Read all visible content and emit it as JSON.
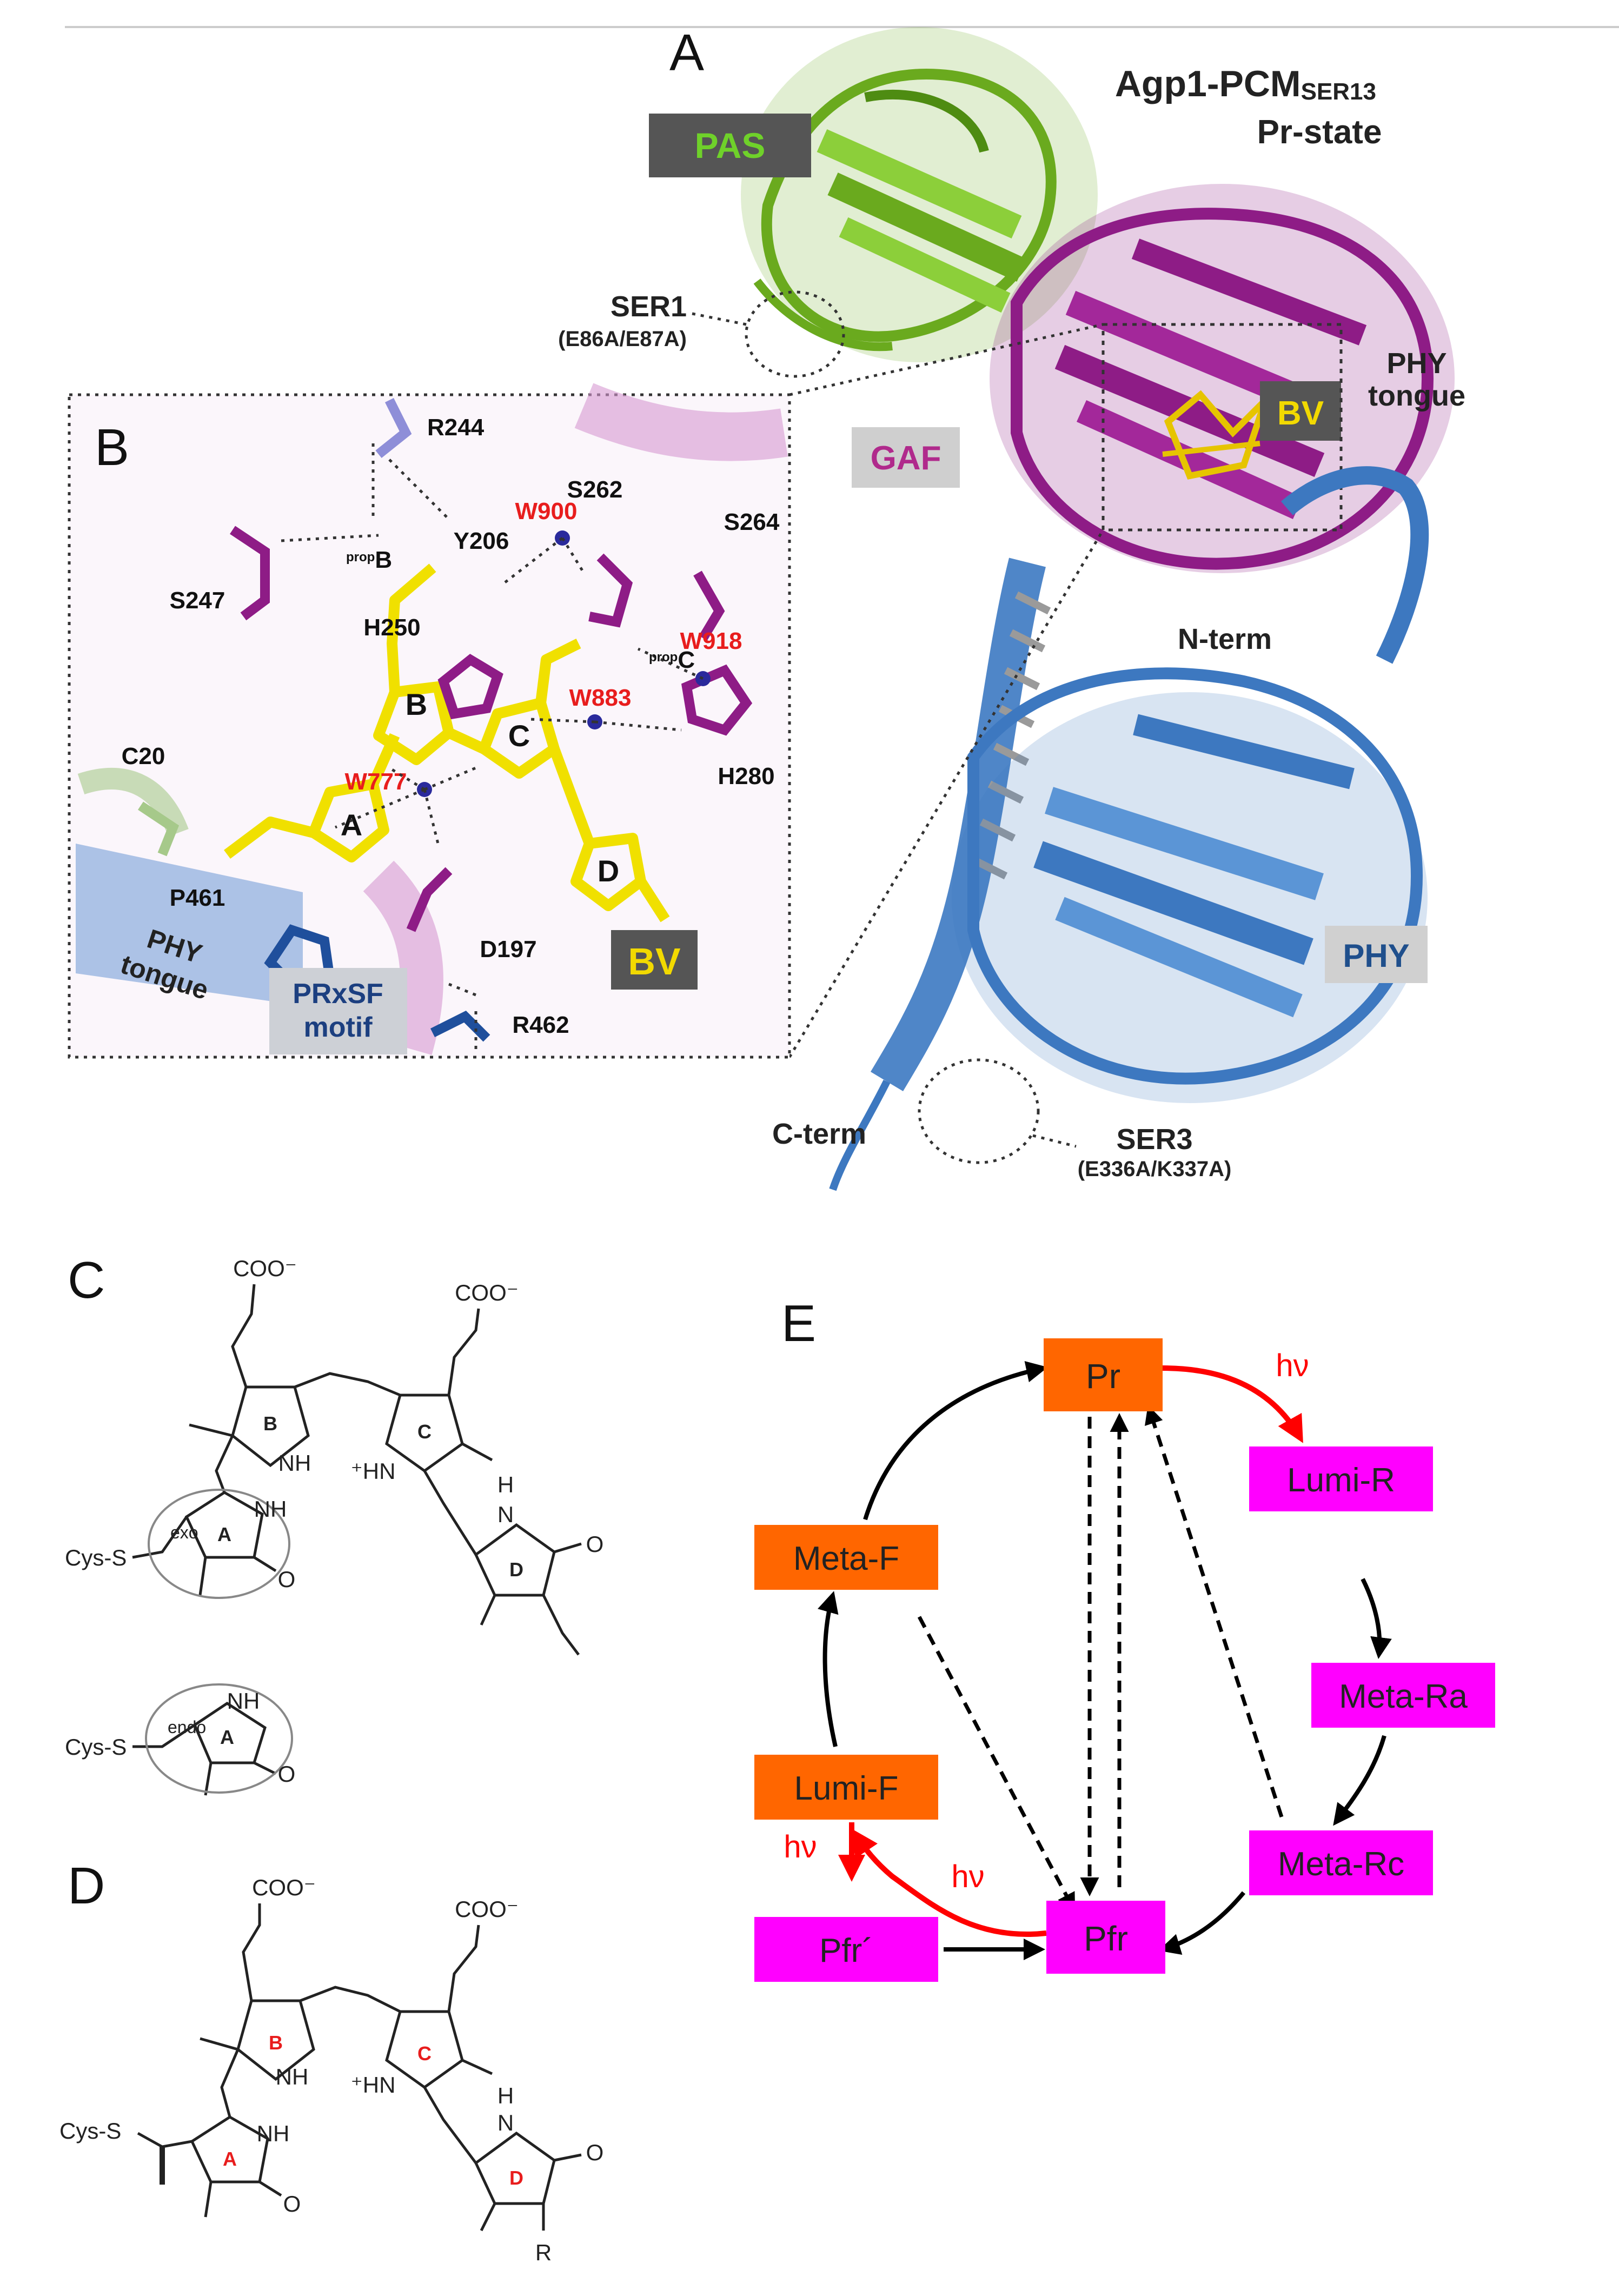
{
  "panel_letters": {
    "a": "A",
    "b": "B",
    "c": "C",
    "d": "D",
    "e": "E"
  },
  "panel_a": {
    "title_main": "Agp1-PCM",
    "title_sub": "SER13",
    "state": "Pr-state",
    "domains": {
      "pas": "PAS",
      "gaf": "GAF",
      "phy": "PHY",
      "bv": "BV"
    },
    "phy_tongue": [
      "PHY",
      "tongue"
    ],
    "ser1": "SER1",
    "ser1_mut": "(E86A/E87A)",
    "ser3": "SER3",
    "ser3_mut": "(E336A/K337A)",
    "n_term": "N-term",
    "c_term": "C-term",
    "colors": {
      "pas": "#6aaa1e",
      "gaf": "#8e1c86",
      "phy": "#3d78c0",
      "bv": "#f2d900"
    }
  },
  "panel_b": {
    "residues": {
      "r244": "R244",
      "s262": "S262",
      "s264": "S264",
      "y206": "Y206",
      "s247": "S247",
      "h250": "H250",
      "c20": "C20",
      "h280": "H280",
      "p461": "P461",
      "d197": "D197",
      "r462": "R462"
    },
    "waters": {
      "w900": "W900",
      "w918": "W918",
      "w883": "W883",
      "w777": "W777"
    },
    "rings": {
      "a": "A",
      "b": "B",
      "c": "C",
      "d": "D"
    },
    "prop_b": [
      "prop",
      "B"
    ],
    "prop_c": [
      "prop",
      "C"
    ],
    "bv_label": "BV",
    "phy_tongue": [
      "PHY",
      "tongue"
    ],
    "motif": [
      "PRxSF",
      "motif"
    ]
  },
  "panel_c": {
    "coo1": "COO⁻",
    "coo2": "COO⁻",
    "nh_b": "NH",
    "hn_c": "⁺HN",
    "nh_a": "NH",
    "hn_d": "H",
    "n_d": "N",
    "o_a": "O",
    "o_d": "O",
    "cys1": "Cys-S",
    "exo": "exo",
    "cys2": "Cys-S",
    "endo": "endo",
    "nh_a2": "NH",
    "o_a2": "O",
    "rings": {
      "a": "A",
      "b": "B",
      "c": "C",
      "d": "D"
    }
  },
  "panel_d": {
    "coo1": "COO⁻",
    "coo2": "COO⁻",
    "nh_b": "NH",
    "hn_c": "⁺HN",
    "nh_a": "NH",
    "o_a": "O",
    "h_d": "H",
    "n_d": "N",
    "o_d": "O",
    "cys": "Cys-S",
    "r": "R",
    "rings": {
      "a": "A",
      "b": "B",
      "c": "C",
      "d": "D"
    }
  },
  "panel_e": {
    "states": {
      "pr": "Pr",
      "lumi_r": "Lumi-R",
      "meta_ra": "Meta-Ra",
      "meta_rc": "Meta-Rc",
      "pfr": "Pfr",
      "pfr_prime": "Pfr´",
      "lumi_f": "Lumi-F",
      "meta_f": "Meta-F"
    },
    "hv": "hν",
    "colors": {
      "orange": "#ff6600",
      "magenta": "#ff00ff",
      "light_arrow": "#ff0000",
      "dark_arrow": "#000000"
    }
  }
}
